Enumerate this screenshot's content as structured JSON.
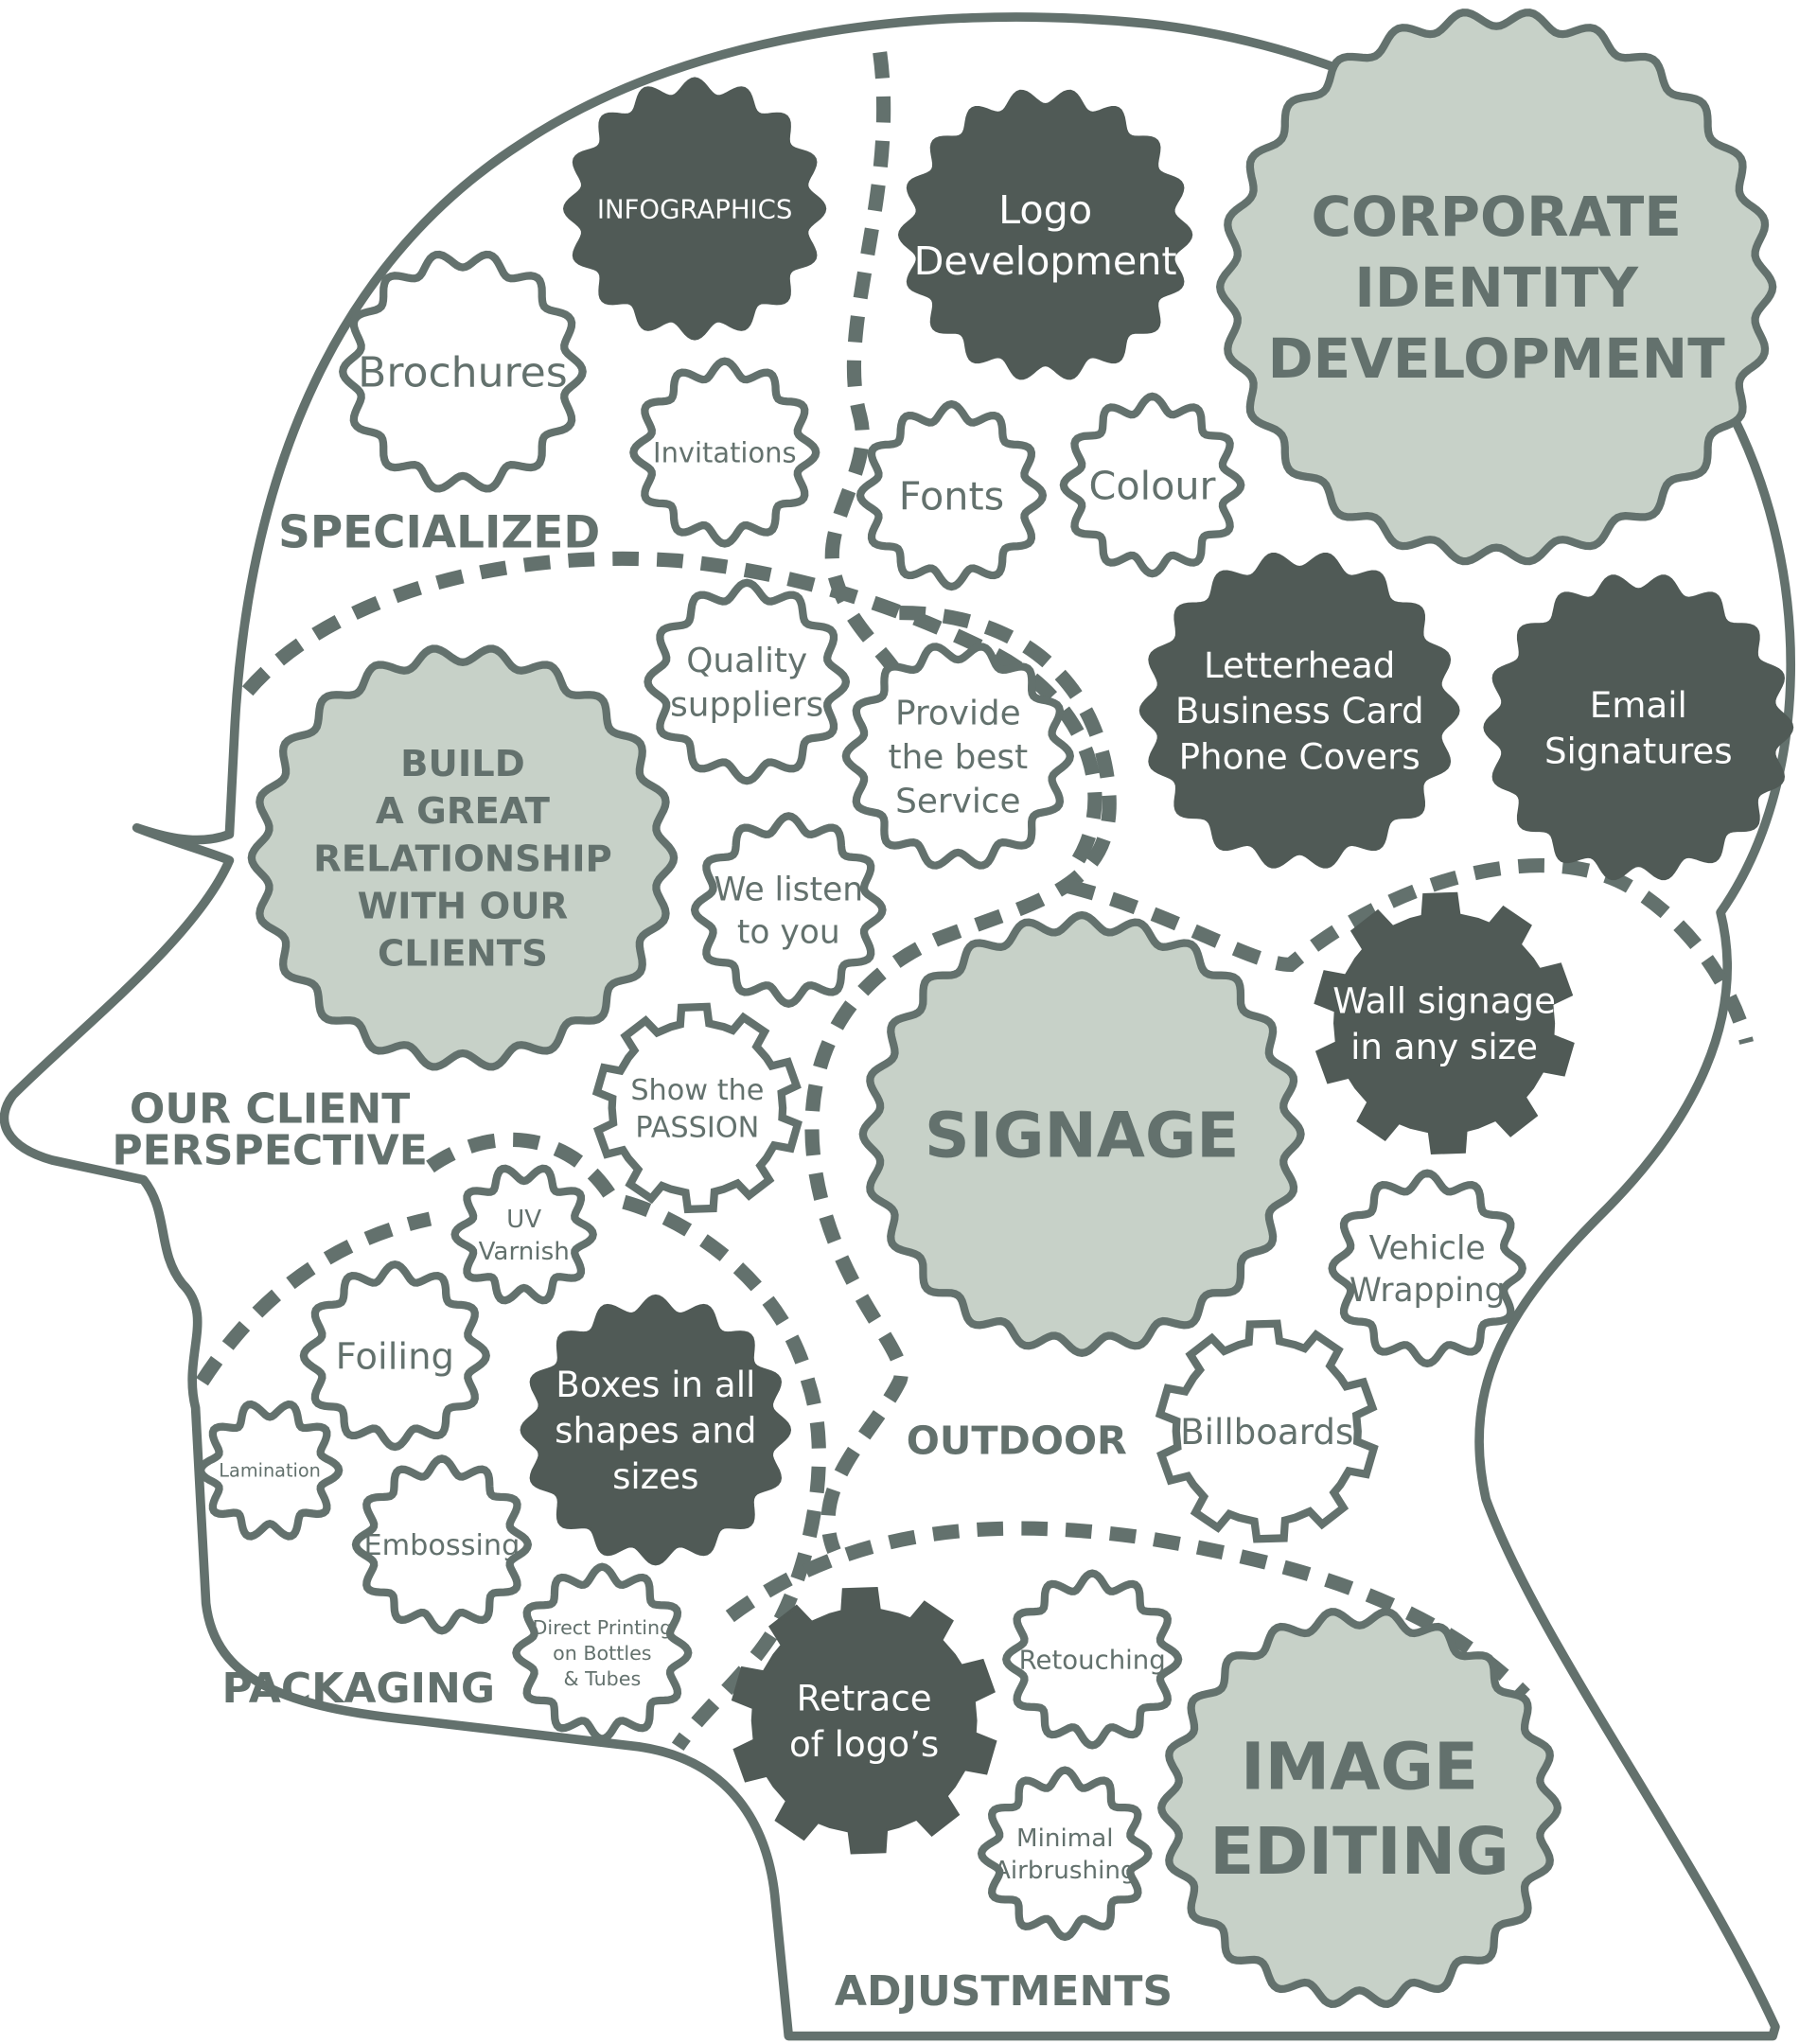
{
  "colors": {
    "outline": "#63716d",
    "dark": "#505a56",
    "light": "#c7d1c8",
    "white": "#ffffff"
  },
  "sections": {
    "specialized": [
      "SPECIALIZED"
    ],
    "client": [
      "OUR CLIENT",
      "PERSPECTIVE"
    ],
    "packaging": [
      "PACKAGING"
    ],
    "outdoor": [
      "OUTDOOR"
    ],
    "adjustments": [
      "ADJUSTMENTS"
    ]
  },
  "gears": [
    {
      "lines": [
        "INFOGRAPHICS"
      ],
      "style": "dark"
    },
    {
      "lines": [
        "Logo",
        "Development"
      ],
      "style": "dark"
    },
    {
      "lines": [
        "CORPORATE",
        "IDENTITY",
        "DEVELOPMENT"
      ],
      "style": "light"
    },
    {
      "lines": [
        "Brochures"
      ],
      "style": "outline"
    },
    {
      "lines": [
        "Invitations"
      ],
      "style": "outline"
    },
    {
      "lines": [
        "Fonts"
      ],
      "style": "outline"
    },
    {
      "lines": [
        "Colour"
      ],
      "style": "outline"
    },
    {
      "lines": [
        "Quality",
        "suppliers"
      ],
      "style": "outline"
    },
    {
      "lines": [
        "Provide",
        "the best",
        "Service"
      ],
      "style": "outline"
    },
    {
      "lines": [
        "We listen",
        "to you"
      ],
      "style": "outline"
    },
    {
      "lines": [
        "BUILD",
        "A GREAT",
        "RELATIONSHIP",
        "WITH OUR",
        "CLIENTS"
      ],
      "style": "light"
    },
    {
      "lines": [
        "Letterhead",
        "Business Card",
        "Phone Covers"
      ],
      "style": "dark"
    },
    {
      "lines": [
        "Email",
        "Signatures"
      ],
      "style": "dark"
    },
    {
      "lines": [
        "Wall signage",
        "in any size"
      ],
      "style": "dark"
    },
    {
      "lines": [
        "Show the",
        "PASSION"
      ],
      "style": "outline"
    },
    {
      "lines": [
        "SIGNAGE"
      ],
      "style": "light"
    },
    {
      "lines": [
        "UV",
        "Varnish"
      ],
      "style": "outline"
    },
    {
      "lines": [
        "Vehicle",
        "Wrapping"
      ],
      "style": "outline"
    },
    {
      "lines": [
        "Foiling"
      ],
      "style": "outline"
    },
    {
      "lines": [
        "Boxes in all",
        "shapes and",
        "sizes"
      ],
      "style": "dark"
    },
    {
      "lines": [
        "Billboards"
      ],
      "style": "outline"
    },
    {
      "lines": [
        "Lamination"
      ],
      "style": "outline"
    },
    {
      "lines": [
        "Embossing"
      ],
      "style": "outline"
    },
    {
      "lines": [
        "Direct Printing",
        "on Bottles",
        "& Tubes"
      ],
      "style": "outline"
    },
    {
      "lines": [
        "Retrace",
        "of logo’s"
      ],
      "style": "dark"
    },
    {
      "lines": [
        "Retouching"
      ],
      "style": "outline"
    },
    {
      "lines": [
        "Minimal",
        "Airbrushing"
      ],
      "style": "outline"
    },
    {
      "lines": [
        "IMAGE",
        "EDITING"
      ],
      "style": "light"
    }
  ]
}
